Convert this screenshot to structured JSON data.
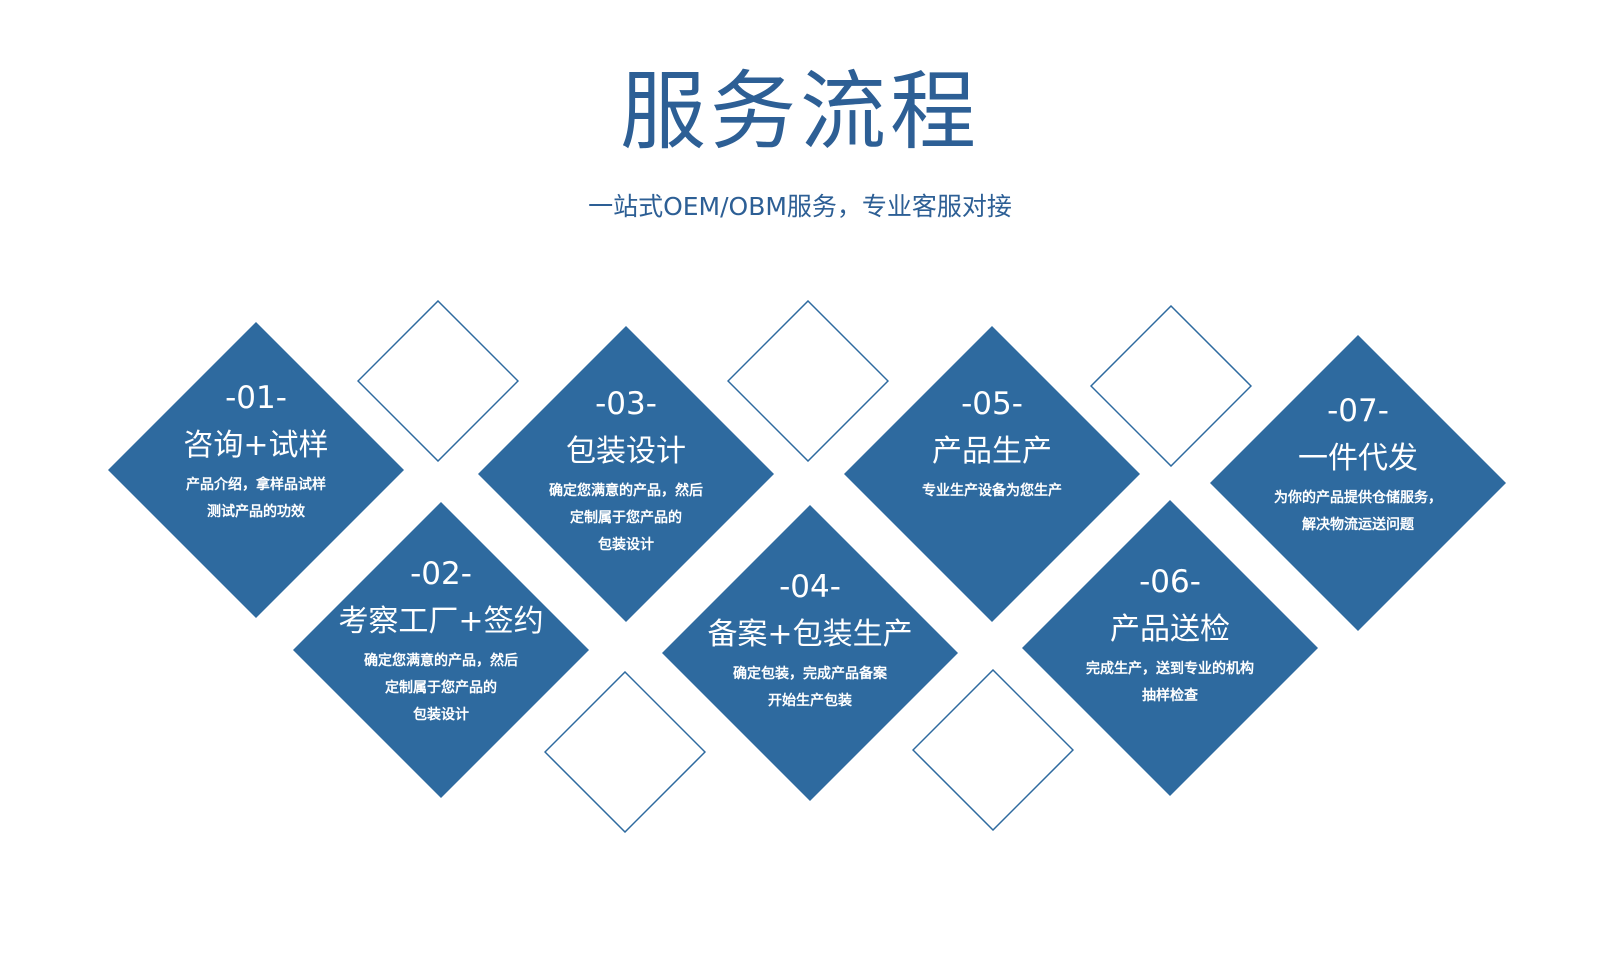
{
  "header": {
    "title": "服务流程",
    "subtitle": "一站式OEM/OBM服务，专业客服对接"
  },
  "colors": {
    "primary": "#2e6a9f",
    "title": "#2d5f95",
    "background": "#ffffff"
  },
  "steps": [
    {
      "num": "-01-",
      "name": "咨询+试样",
      "desc": "产品介绍，拿样品试样\n测试产品的功效"
    },
    {
      "num": "-02-",
      "name": "考察工厂+签约",
      "desc": "确定您满意的产品，然后\n定制属于您产品的\n包装设计"
    },
    {
      "num": "-03-",
      "name": "包装设计",
      "desc": "确定您满意的产品，然后\n定制属于您产品的\n包装设计"
    },
    {
      "num": "-04-",
      "name": "备案+包装生产",
      "desc": "确定包装，完成产品备案\n开始生产包装"
    },
    {
      "num": "-05-",
      "name": "产品生产",
      "desc": "专业生产设备为您生产"
    },
    {
      "num": "-06-",
      "name": "产品送检",
      "desc": "完成生产，送到专业的机构\n抽样检查"
    },
    {
      "num": "-07-",
      "name": "一件代发",
      "desc": "为你的产品提供仓储服务，\n解决物流运送问题"
    }
  ]
}
